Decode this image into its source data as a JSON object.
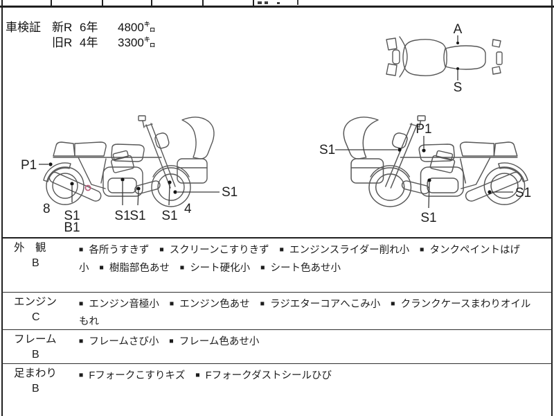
{
  "bullet": "■",
  "colors": {
    "line_art": "#575757",
    "ink": "#1c1c1c",
    "inspection_mark": "#b85a78"
  },
  "registration": {
    "title": "車検証",
    "rows": [
      {
        "era": "新R",
        "year": "6年",
        "mileage": "4800㌔"
      },
      {
        "era": "旧R",
        "year": "4年",
        "mileage": "3300㌔"
      }
    ]
  },
  "top_view": {
    "label_above": "A",
    "label_below": "S"
  },
  "left_bike": {
    "labels": {
      "rear_fender": "P1",
      "rear_number": "8",
      "muffler_s": "S1",
      "muffler_b": "B1",
      "engine": "S1",
      "underframe": "S1",
      "fork": "S1",
      "front_number": "4",
      "front_wheel": "S1"
    }
  },
  "right_bike": {
    "labels": {
      "fork": "S1",
      "tank": "P1",
      "engine": "S1",
      "rear_wheel": "S1"
    }
  },
  "sections": [
    {
      "name": "外　観",
      "grade": "B",
      "items": [
        "各所うすきず",
        "スクリーンこすりきず",
        "エンジンスライダー削れ小",
        "タンクペイントはげ小",
        "樹脂部色あせ",
        "シート硬化小",
        "シート色あせ小"
      ]
    },
    {
      "name": "エンジン",
      "grade": "C",
      "items": [
        "エンジン音極小",
        "エンジン色あせ",
        "ラジエターコアへこみ小",
        "クランクケースまわりオイルもれ"
      ]
    },
    {
      "name": "フレーム",
      "grade": "B",
      "items": [
        "フレームさび小",
        "フレーム色あせ小"
      ]
    },
    {
      "name": "足まわり",
      "grade": "B",
      "items": [
        "Fフォークこすりキズ",
        "Fフォークダストシールひび"
      ]
    }
  ]
}
